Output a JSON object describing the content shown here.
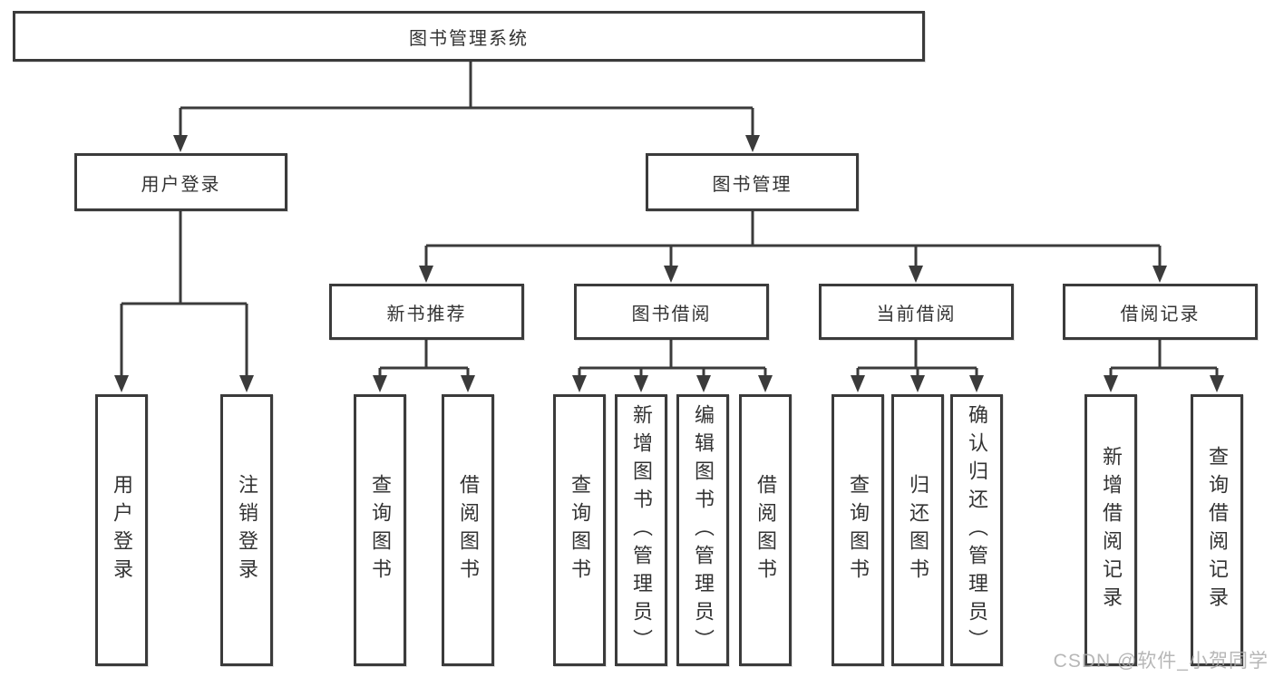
{
  "diagram": {
    "root": "图书管理系统",
    "level2": [
      "用户登录",
      "图书管理"
    ],
    "level3": [
      "新书推荐",
      "图书借阅",
      "当前借阅",
      "借阅记录"
    ],
    "leaves": {
      "user_login": [
        "用户登录",
        "注销登录"
      ],
      "new_books": [
        "查询图书",
        "借阅图书"
      ],
      "book_borrow": [
        "查询图书",
        "新增图书（管理员）",
        "编辑图书（管理员）",
        "借阅图书"
      ],
      "current_borrow": [
        "查询图书",
        "归还图书",
        "确认归还（管理员）"
      ],
      "borrow_records": [
        "新增借阅记录",
        "查询借阅记录"
      ]
    }
  },
  "watermark": "CSDN @软件_小贺同学",
  "colors": {
    "line": "#3b3b3b",
    "text": "#333333",
    "background": "#ffffff",
    "watermark": "#aaaaaa"
  }
}
